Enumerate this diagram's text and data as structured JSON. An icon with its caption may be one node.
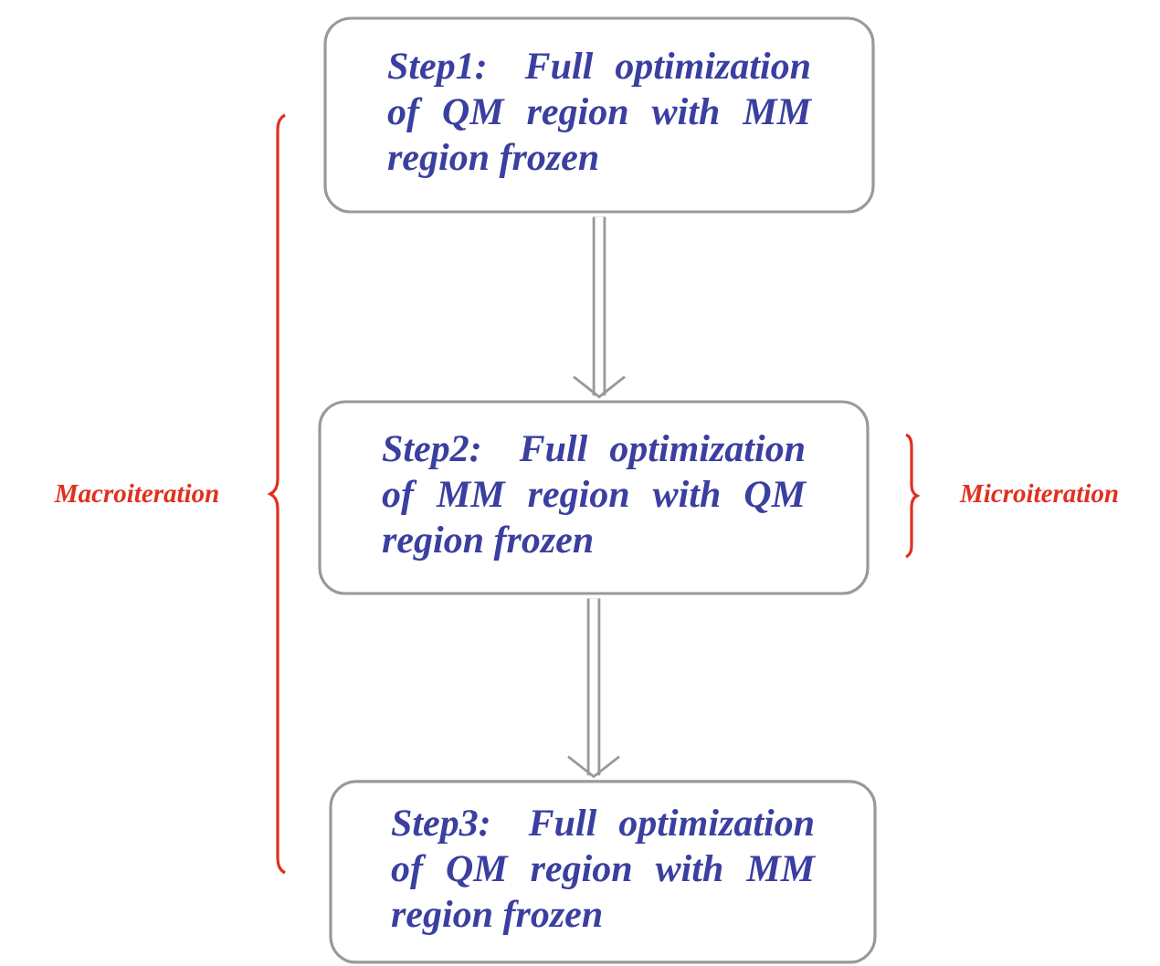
{
  "diagram": {
    "nodes": [
      {
        "text": [
          "Step1: Full optimization of QM region with MM region frozen"
        ]
      },
      {
        "text": [
          "Step2: Full optimization of MM region with QM region frozen"
        ]
      },
      {
        "text": [
          "Step3: Full optimization of QM region with MM region frozen"
        ]
      }
    ],
    "edges": [
      {
        "from": 0,
        "to": 1,
        "arrow": "to"
      },
      {
        "from": 1,
        "to": 2,
        "arrow": "to"
      }
    ],
    "labels": [
      "Macroiteration",
      "Microiteration"
    ]
  }
}
